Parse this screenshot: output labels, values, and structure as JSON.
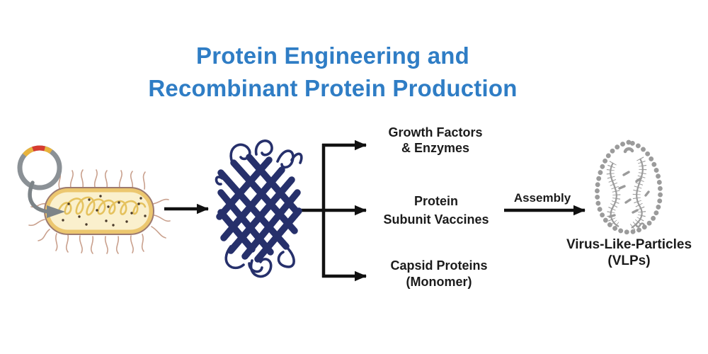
{
  "title": {
    "text": "Protein Engineering and\nRecombinant Protein Production",
    "color": "#2f7dc5"
  },
  "labels": {
    "growth_factors": "Growth Factors\n& Enzymes",
    "protein_subunit": "Protein\nSubunit Vaccines",
    "capsid_proteins": "Capsid Proteins\n(Monomer)",
    "assembly": "Assembly",
    "vlp": "Virus-Like-Particles\n(VLPs)"
  },
  "icons": {
    "plasmid": "plasmid-icon",
    "bacterium": "bacterium-icon",
    "protein": "protein-ribbon-icon",
    "vlp": "virus-like-particle-icon"
  },
  "colors": {
    "title_blue": "#2f7dc5",
    "arrow_black": "#111111",
    "protein_navy": "#26306b",
    "vlp_gray": "#9b9b9b",
    "plasmid_gray": "#8b9196",
    "plasmid_red": "#d63b30",
    "plasmid_yellow": "#e8b33c",
    "cell_fill": "#faf0cd",
    "cell_band": "#ecc76f",
    "cell_outline": "#9c7a70",
    "nucleoid_gold": "#e5c25e",
    "flagella_tan": "#c9a08d",
    "insert_arrow_gray": "#7d8488"
  }
}
